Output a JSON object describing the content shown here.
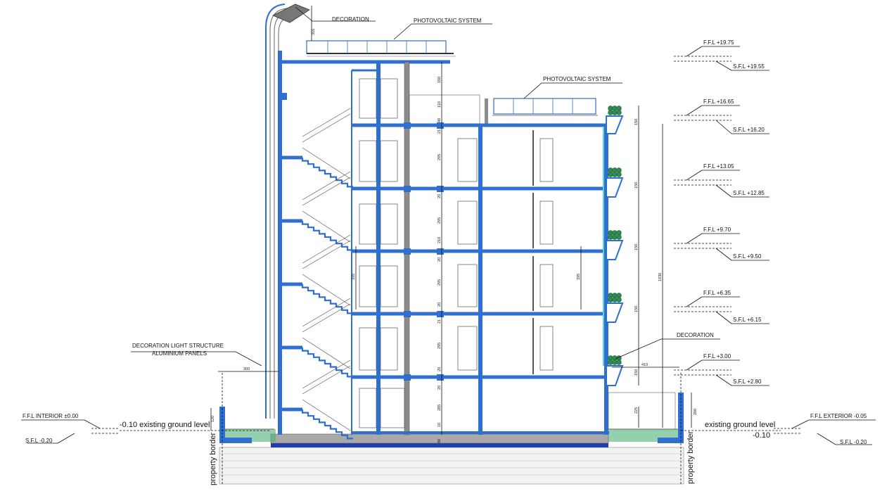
{
  "annotations": {
    "decoration_top": "DECORATION",
    "pv_top": "PHOTOVOLTAIC SYSTEM",
    "pv_lower": "PHOTOVOLTAIC SYSTEM",
    "decoration_right": "DECORATION",
    "deco_light_1": "DECORATION LIGHT STRUCTURE",
    "deco_light_2": "ALUMINIUM PANELS",
    "ffl_interior": "F.F.L INTERIOR ±0.00",
    "sfl_interior": "S.F.L -0.20",
    "ground_left": "-0.10  existing ground level",
    "ground_right": "existing ground level",
    "ground_right_val": "-0.10",
    "ffl_exterior": "F.F.L EXTERIOR -0.05",
    "sfl_exterior": "S.F.L -0.20",
    "property_border_left": "property border",
    "property_border_right": "property border"
  },
  "levels": [
    {
      "ffl": "F.F.L +19.75",
      "sfl": "S.F.L +19.55"
    },
    {
      "ffl": "F.F.L +16.65",
      "sfl": "S.F.L +16.20"
    },
    {
      "ffl": "F.F.L  +13.05",
      "sfl": "S.F.L +12.85"
    },
    {
      "ffl": "F.F.L  +9.70",
      "sfl": "S.F.L +9.50"
    },
    {
      "ffl": "F.F.L  +6.35",
      "sfl": "S.F.L +6.15"
    },
    {
      "ffl": "F.F.L  +3.00",
      "sfl": "S.F.L +2.80"
    }
  ],
  "dimensions": {
    "d316": "316",
    "d160": "160",
    "d110": "110",
    "d40": "40",
    "d21": "21",
    "d295": "295",
    "d20": "20",
    "d210": "210",
    "d285": "285",
    "d335": "335",
    "d150": "150",
    "d1930": "1930",
    "d300": "300",
    "d410": "410",
    "d225": "225",
    "d200": "200",
    "d80": "80",
    "d120": "120",
    "d10": "10"
  },
  "colors": {
    "structure_blue": "#2e6fd0",
    "foundation_blue": "#1f3fae",
    "plant_green": "#2e8b57",
    "glass_cyan": "#56d4e0"
  }
}
